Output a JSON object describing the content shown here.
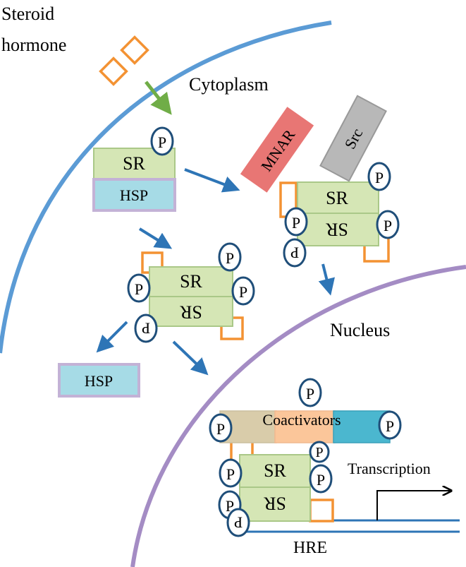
{
  "labels": {
    "steroid_line1": "Steroid",
    "steroid_line2": "hormone",
    "cytoplasm": "Cytoplasm",
    "nucleus": "Nucleus",
    "transcription": "Transcription",
    "hre": "HRE"
  },
  "proteins": {
    "sr": "SR",
    "hsp": "HSP",
    "mnar": "MNAR",
    "src": "Src",
    "coactivators": "Coactivators",
    "phospho": "P"
  },
  "colors": {
    "cell_membrane": "#5b9bd5",
    "nuclear_membrane": "#a48cc4",
    "sr_fill": "#d5e6b5",
    "sr_stroke": "#aac888",
    "hsp_fill": "#a6dbe6",
    "hsp_stroke": "#c3b2d6",
    "mnar_fill": "#e87674",
    "src_fill": "#b8b8b8",
    "hormone": "#f39233",
    "phospho_stroke": "#1f4e79",
    "arrow_blue": "#2e75b6",
    "arrow_green": "#70ad47"
  }
}
